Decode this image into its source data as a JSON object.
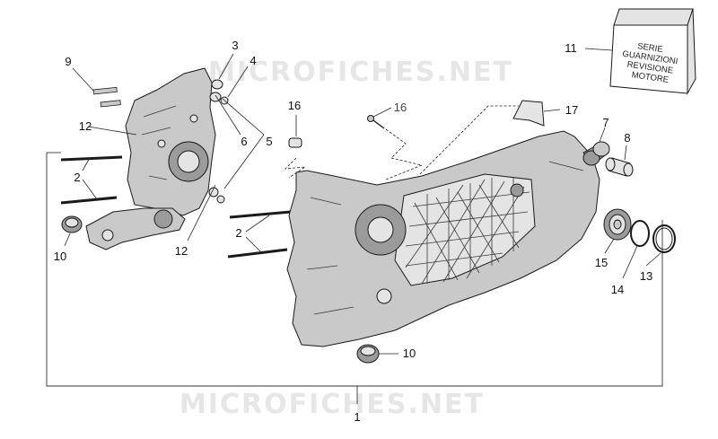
{
  "watermark": {
    "top_text": "MICROFICHES.NET",
    "bottom_text": "MICROFICHES.NET"
  },
  "gasket_kit": {
    "line1": "SERIE",
    "line2": "GUARNIZIONI",
    "line3": "REVISIONE",
    "line4": "MOTORE"
  },
  "callouts": {
    "c1": "1",
    "c2a": "2",
    "c2b": "2",
    "c3": "3",
    "c4": "4",
    "c5": "5",
    "c6": "6",
    "c7": "7",
    "c8": "8",
    "c9": "9",
    "c10a": "10",
    "c10b": "10",
    "c11": "11",
    "c12a": "12",
    "c12b": "12",
    "c13": "13",
    "c14": "14",
    "c15": "15",
    "c16a": "16",
    "c16b": "16",
    "c17": "17"
  }
}
